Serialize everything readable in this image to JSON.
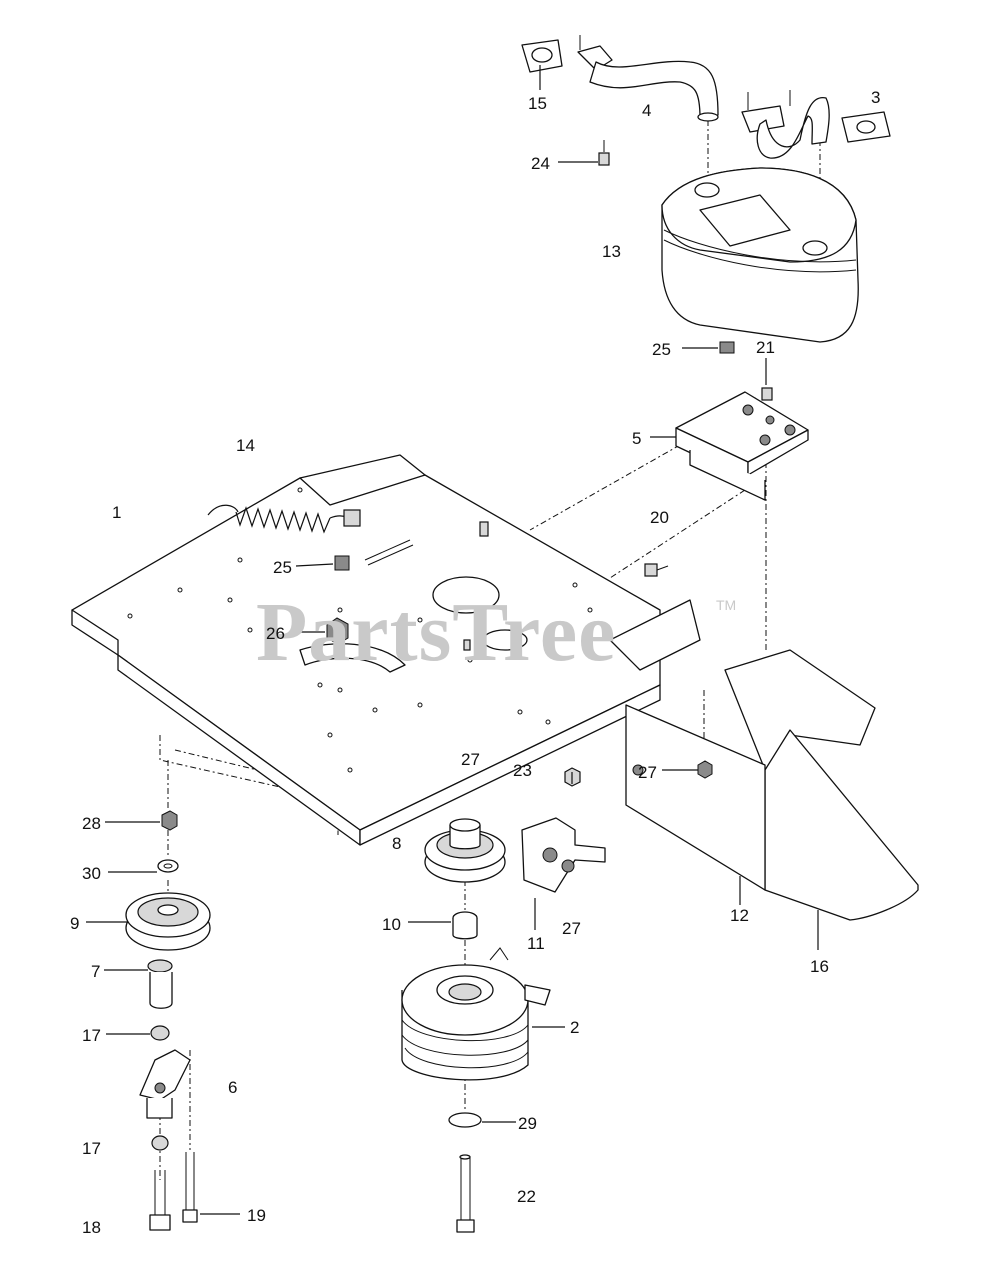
{
  "watermark": {
    "text": "PartsTree",
    "tm": "TM"
  },
  "callouts": {
    "c1": "1",
    "c2": "2",
    "c3": "3",
    "c4": "4",
    "c5": "5",
    "c6": "6",
    "c7": "7",
    "c8": "8",
    "c9": "9",
    "c10": "10",
    "c11": "11",
    "c12": "12",
    "c13": "13",
    "c14": "14",
    "c15": "15",
    "c16": "16",
    "c17a": "17",
    "c17b": "17",
    "c18": "18",
    "c19": "19",
    "c20": "20",
    "c21": "21",
    "c22": "22",
    "c23": "23",
    "c24": "24",
    "c25a": "25",
    "c25b": "25",
    "c26": "26",
    "c27a": "27",
    "c27b": "27",
    "c27c": "27",
    "c28": "28",
    "c29": "29",
    "c30": "30"
  }
}
